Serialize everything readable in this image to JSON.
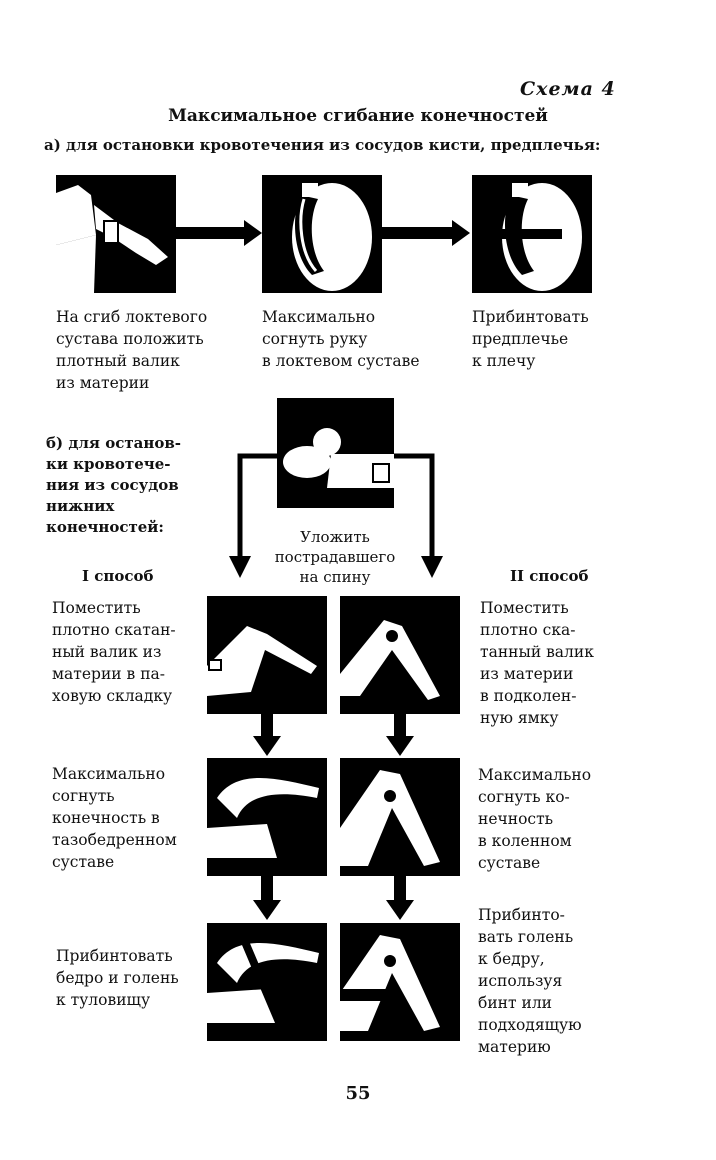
{
  "schema_label": "Схема 4",
  "title": "Максимальное сгибание конечностей",
  "section_a": {
    "heading": "а) для остановки кровотечения из сосудов кисти, предплечья:",
    "steps": [
      {
        "lines": [
          "На сгиб локтевого",
          "сустава положить",
          "плотный валик",
          "из материи"
        ]
      },
      {
        "lines": [
          "Максимально",
          "согнуть руку",
          "в локтевом суставе"
        ]
      },
      {
        "lines": [
          "Прибинтовать",
          "предплечье",
          "к плечу"
        ]
      }
    ]
  },
  "section_b": {
    "heading_lines": [
      "б) для останов-",
      "ки кровотече-",
      "ния из сосудов",
      "нижних",
      "конечностей:"
    ],
    "center_caption": [
      "Уложить",
      "пострадавшего",
      "на спину"
    ],
    "method1": {
      "label": "I способ",
      "steps": [
        {
          "lines": [
            "Поместить",
            "плотно скатан-",
            "ный валик из",
            "материи в па-",
            "ховую складку"
          ]
        },
        {
          "lines": [
            "Максимально",
            "согнуть",
            "конечность в",
            "тазобедренном",
            "суставе"
          ]
        },
        {
          "lines": [
            "Прибинтовать",
            "бедро и голень",
            "к туловищу"
          ]
        }
      ]
    },
    "method2": {
      "label": "II способ",
      "steps": [
        {
          "lines": [
            "Поместить",
            "плотно ска-",
            "танный валик",
            "из материи",
            "в подколен-",
            "ную ямку"
          ]
        },
        {
          "lines": [
            "Максимально",
            "согнуть ко-",
            "нечность",
            "в коленном",
            "суставе"
          ]
        },
        {
          "lines": [
            "Прибинто-",
            "вать голень",
            "к бедру,",
            "используя",
            "бинт или",
            "подходящую",
            "материю"
          ]
        }
      ]
    }
  },
  "page_number": "55"
}
